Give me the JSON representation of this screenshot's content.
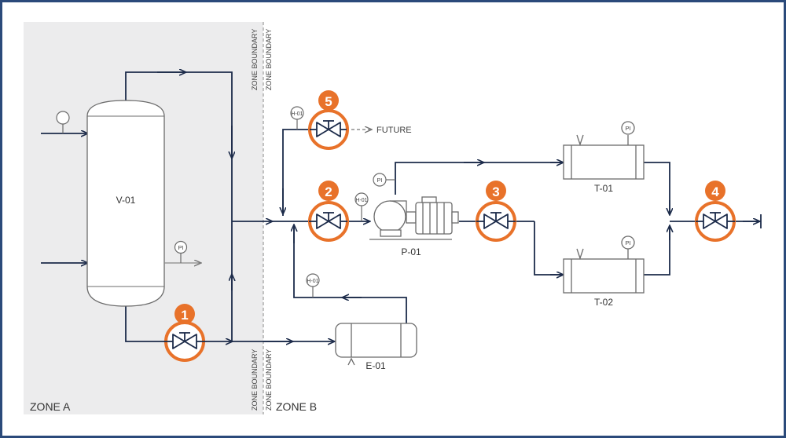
{
  "zones": {
    "a_label": "ZONE A",
    "b_label": "ZONE B",
    "boundary_label": "ZONE BOUNDARY"
  },
  "equipment": {
    "vessel": "V-01",
    "pump": "P-01",
    "exchanger": "E-01",
    "tank_1": "T-01",
    "tank_2": "T-02"
  },
  "instruments": {
    "pi": "PI",
    "h01": "H-01"
  },
  "future_label": "FUTURE",
  "markers": [
    "1",
    "2",
    "3",
    "4",
    "5"
  ],
  "colors": {
    "line": "#1c2b4a",
    "marker": "#e8722a",
    "zone_fill": "#ececed",
    "instrument": "#6b6b6b",
    "frame": "#2b4a7a"
  }
}
